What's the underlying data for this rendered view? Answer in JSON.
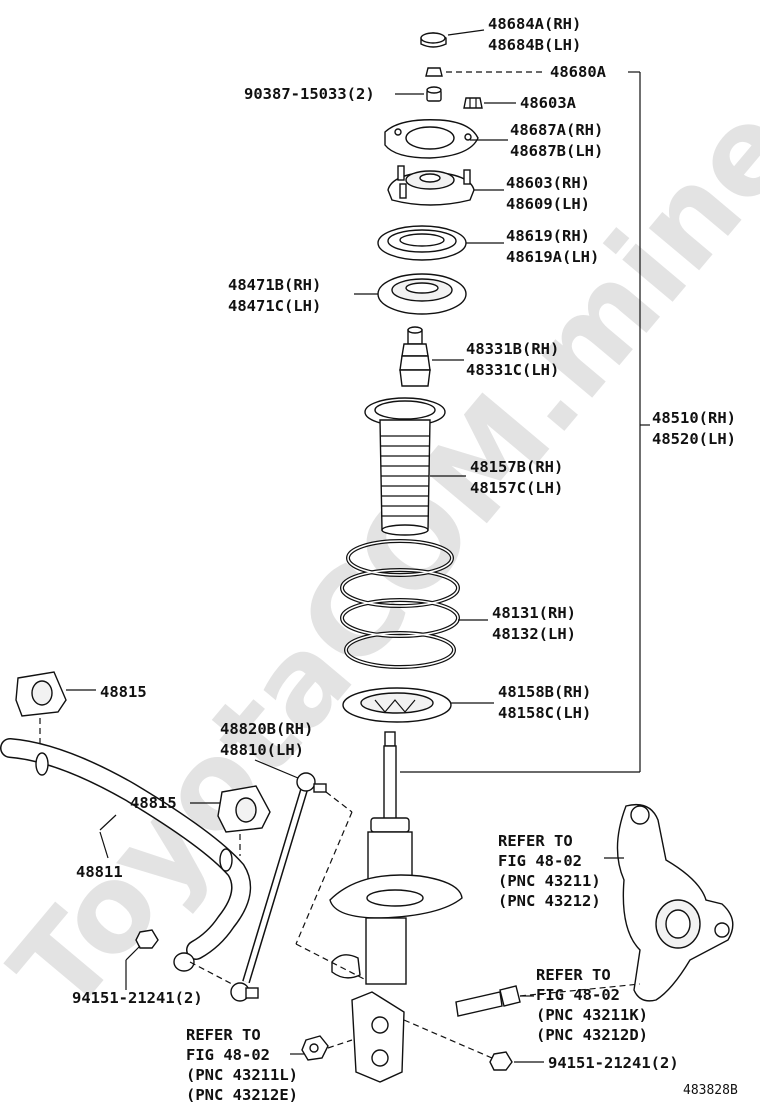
{
  "watermark": "ToyotaCOM.mine.ru",
  "diagram_code": "483828B",
  "labels": {
    "p48684a": "48684A(RH)",
    "p48684b": "48684B(LH)",
    "p48680a": "48680A",
    "p90387": "90387-15033(2)",
    "p48603a": "48603A",
    "p48687a": "48687A(RH)",
    "p48687b": "48687B(LH)",
    "p48603": "48603(RH)",
    "p48609": "48609(LH)",
    "p48619": "48619(RH)",
    "p48619a": "48619A(LH)",
    "p48471b": "48471B(RH)",
    "p48471c": "48471C(LH)",
    "p48331b": "48331B(RH)",
    "p48331c": "48331C(LH)",
    "p48510": "48510(RH)",
    "p48520": "48520(LH)",
    "p48157b": "48157B(RH)",
    "p48157c": "48157C(LH)",
    "p48131": "48131(RH)",
    "p48132": "48132(LH)",
    "p48815a": "48815",
    "p48820b": "48820B(RH)",
    "p48810": "48810(LH)",
    "p48158b": "48158B(RH)",
    "p48158c": "48158C(LH)",
    "p48815b": "48815",
    "p48811": "48811",
    "p94151a": "94151-21241(2)",
    "p94151b": "94151-21241(2)"
  },
  "refs": {
    "knuckle": [
      "REFER TO",
      "FIG 48-02",
      "(PNC 43211)",
      "(PNC 43212)"
    ],
    "bolt": [
      "REFER TO",
      "FIG 48-02",
      "(PNC 43211K)",
      "(PNC 43212D)"
    ],
    "nut": [
      "REFER TO",
      "FIG 48-02",
      "(PNC 43211L)",
      "(PNC 43212E)"
    ]
  }
}
